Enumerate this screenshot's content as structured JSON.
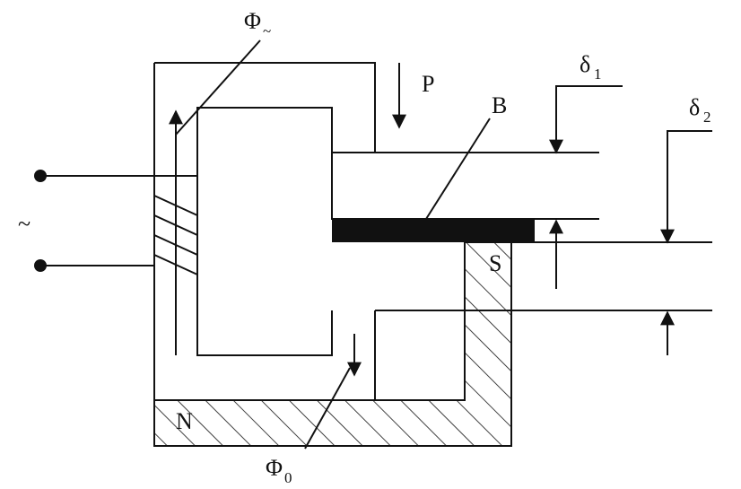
{
  "labels": {
    "phi_ac": "Φ",
    "phi_ac_sub": "~",
    "phi_0": "Φ",
    "phi_0_sub": "0",
    "force": "P",
    "plate": "B",
    "permanent_magnet_south": "S",
    "permanent_magnet_north": "N",
    "source": "~",
    "gap_1": "δ",
    "gap_1_sub": "1",
    "gap_2": "δ",
    "gap_2_sub": "2"
  },
  "colors": {
    "ink": "#111111",
    "plate_fill": "#111111",
    "background": "#ffffff"
  }
}
